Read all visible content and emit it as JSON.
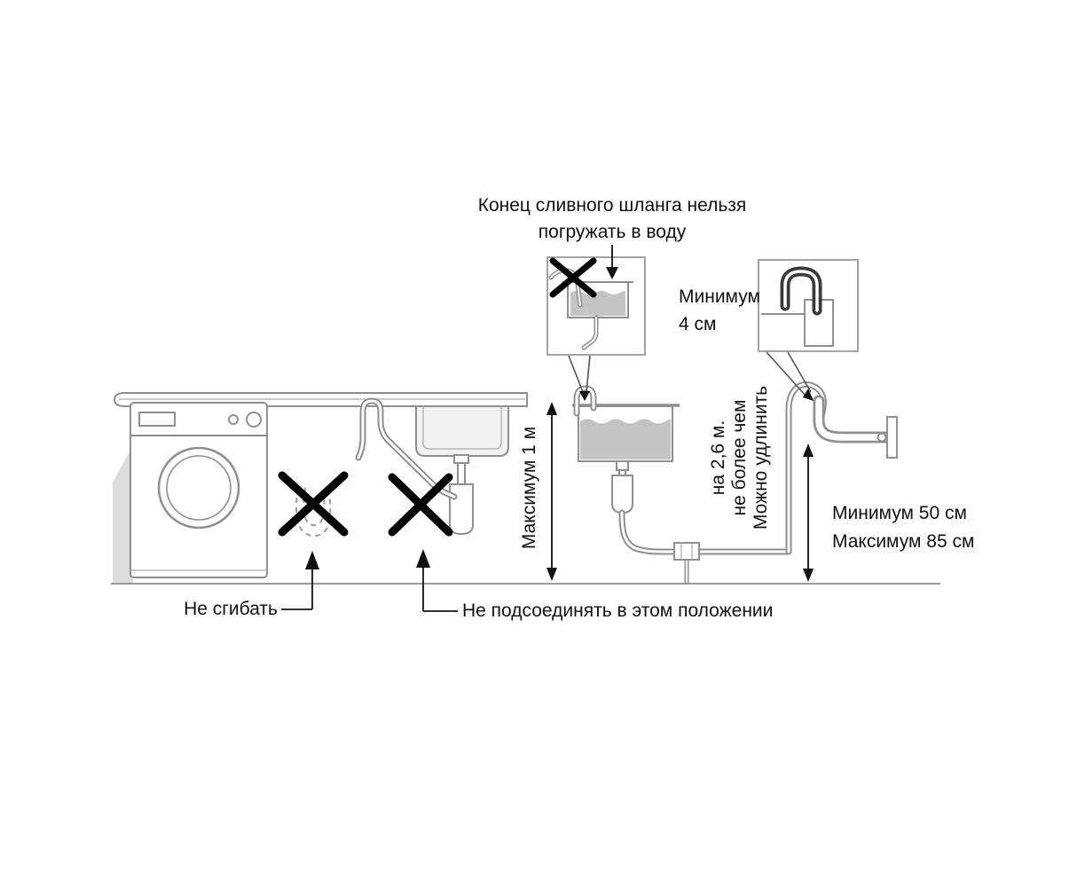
{
  "labels": {
    "top_note_line1": "Конец сливного шланга нельзя",
    "top_note_line2": "погружать в воду",
    "min_4cm_line1": "Минимум",
    "min_4cm_line2": "4 см",
    "max_1m": "Максимум 1 м",
    "extend_line1": "Можно удлинить",
    "extend_line2": "не более чем",
    "extend_line3": "на 2,6 м.",
    "min_50cm": "Минимум 50 см",
    "max_85cm": "Максимум 85 см",
    "do_not_bend": "Не сгибать",
    "do_not_connect": "Не подсоединять в этом положении"
  },
  "icons": {
    "prohibition_x": "✕",
    "arrow_up": "▲",
    "arrow_down": "▼"
  },
  "colors": {
    "background": "#ffffff",
    "line_art": "#8f8f8f",
    "text": "#111111",
    "prohibition_x": "#000000",
    "water_fill": "#c4c4c4",
    "hook_dark": "#3a3a3a"
  }
}
